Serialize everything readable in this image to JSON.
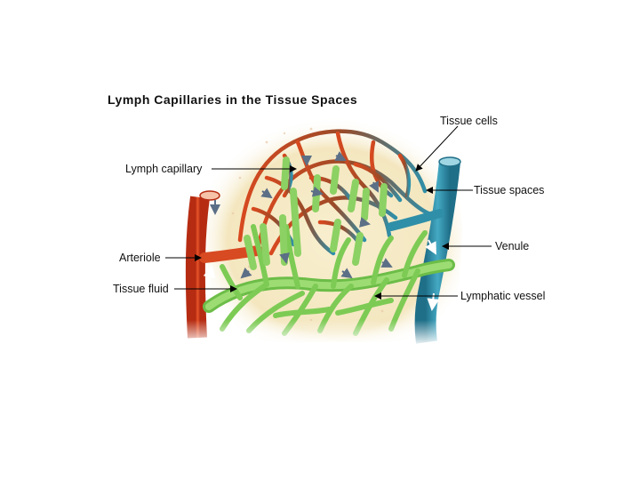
{
  "title": "Lymph Capillaries in the Tissue Spaces",
  "labels": {
    "tissue_cells": "Tissue cells",
    "lymph_capillary": "Lymph capillary",
    "tissue_spaces": "Tissue spaces",
    "venule": "Venule",
    "arteriole": "Arteriole",
    "tissue_fluid": "Tissue fluid",
    "lymphatic_vessel": "Lymphatic vessel"
  },
  "colors": {
    "tissue_background": "#f6eccb",
    "arteriole_red": "#d8411f",
    "capillary_brown": "#9a4a28",
    "venule_teal": "#2f8fa8",
    "lymph_green": "#8cd163",
    "lymph_green_dark": "#5fae3c",
    "flow_arrow": "#5b6f86",
    "leader_line": "#000000"
  },
  "icons": [
    "flow-arrow-icon",
    "leader-arrow-icon"
  ]
}
